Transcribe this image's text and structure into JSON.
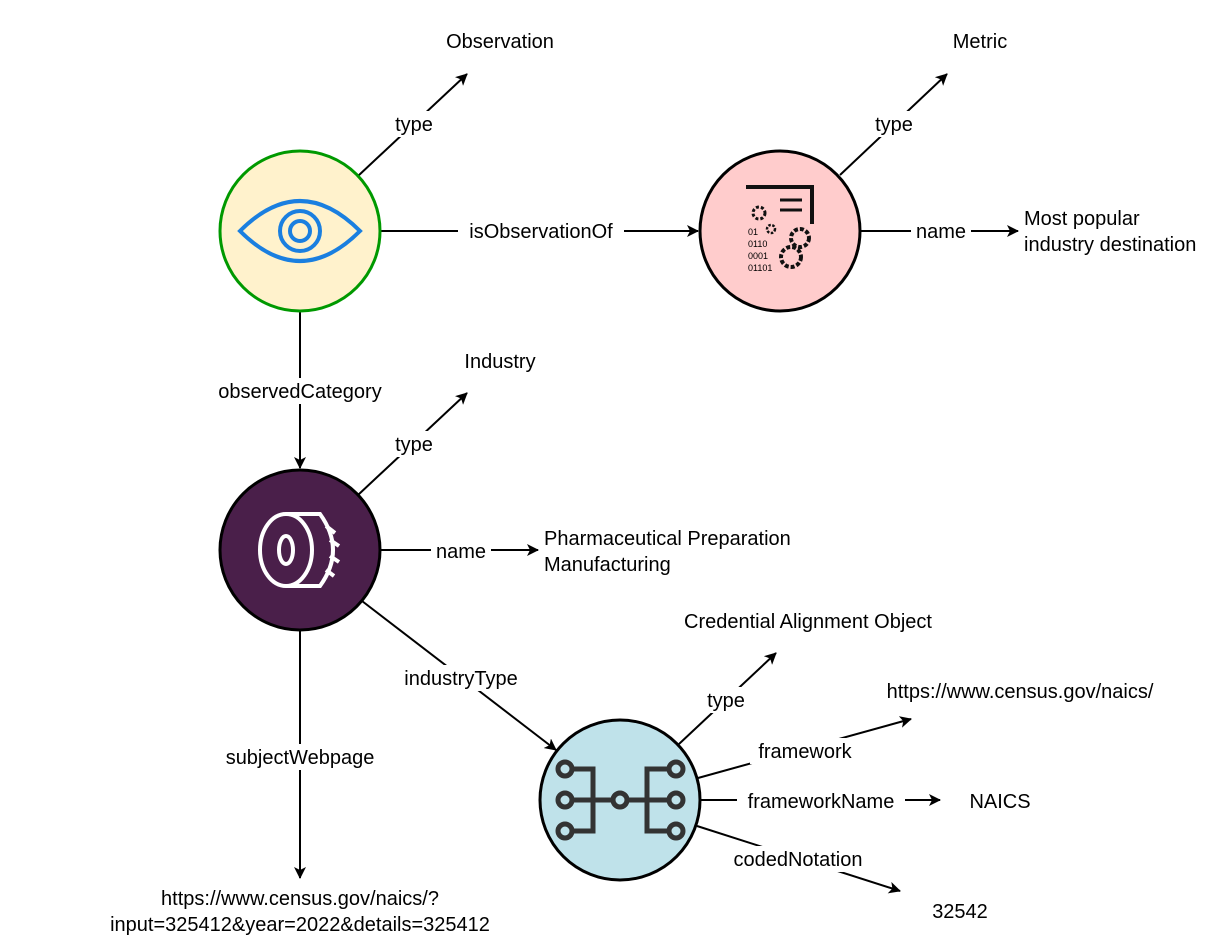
{
  "nodes": {
    "observation": {
      "type": "Observation",
      "fill": "#fff2cc",
      "stroke": "#009900",
      "icon": "eye-icon",
      "icon_color": "#1a7fe0"
    },
    "metric": {
      "type": "Metric",
      "name": "Most popular industry destination",
      "name_lines": [
        "Most popular",
        "industry destination"
      ],
      "fill": "#ffcccc",
      "stroke": "#000000",
      "icon": "data-gears-icon"
    },
    "industry": {
      "type": "Industry",
      "name_lines": [
        "Pharmaceutical Preparation",
        "Manufacturing"
      ],
      "fill": "#4a1f4a",
      "stroke": "#000000",
      "icon": "tire-icon"
    },
    "alignment": {
      "type": "Credential Alignment Object",
      "framework": "https://www.census.gov/naics/",
      "frameworkName": "NAICS",
      "codedNotation": "32542",
      "fill": "#bfe2ea",
      "stroke": "#000000",
      "icon": "hierarchy-icon"
    },
    "webpage": {
      "lines": [
        "https://www.census.gov/naics/?",
        "input=325412&year=2022&details=325412"
      ]
    }
  },
  "edges": {
    "type": "type",
    "isObservationOf": "isObservationOf",
    "name": "name",
    "observedCategory": "observedCategory",
    "industryType": "industryType",
    "subjectWebpage": "subjectWebpage",
    "framework": "framework",
    "frameworkName": "frameworkName",
    "codedNotation": "codedNotation"
  }
}
